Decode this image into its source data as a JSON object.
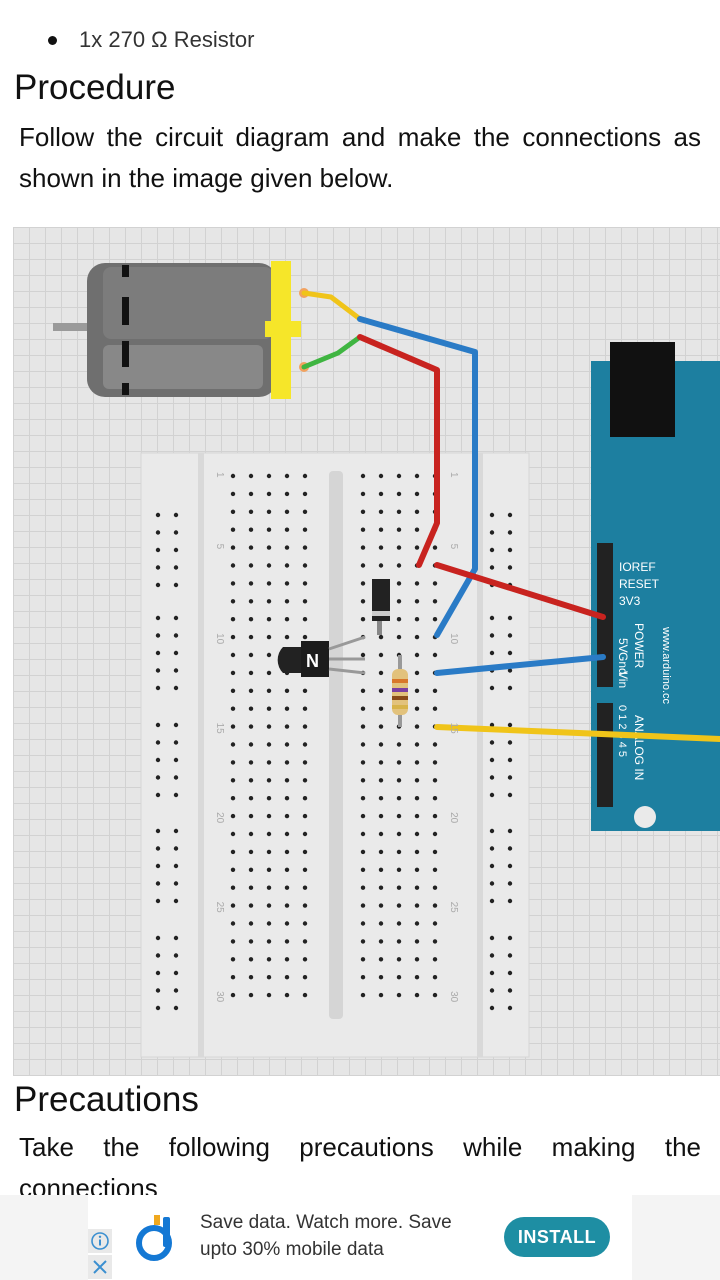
{
  "materials": {
    "last_item": "1x 270 Ω Resistor"
  },
  "procedure": {
    "heading": "Procedure",
    "text": "Follow the circuit diagram and make the connections as shown in the image given below."
  },
  "diagram": {
    "arduino_pins": [
      "IOREF",
      "RESET",
      "3V3",
      "5V",
      "Gnd",
      "Vin"
    ],
    "power_label": "POWER",
    "analog_label": "ANALOG IN",
    "analog_numbers": "0 1 2 3 4 5",
    "url": "www.arduino.cc",
    "transistor_letter": "N",
    "row_numbers": [
      "1",
      "5",
      "10",
      "15",
      "20",
      "25",
      "30"
    ],
    "wire_colors": {
      "red": "#c8231f",
      "blue": "#2a7bc6",
      "yellow": "#f0c419",
      "green": "#3fb541"
    }
  },
  "precautions": {
    "heading": "Precautions",
    "text": "Take the following precautions while making the connections"
  },
  "ad": {
    "line1": "Save data. Watch more. Save",
    "line2": "upto 30% mobile data",
    "install_label": "INSTALL",
    "info_icon": "info-icon",
    "close_icon": "close-icon",
    "accent": "#1e8ea3"
  }
}
